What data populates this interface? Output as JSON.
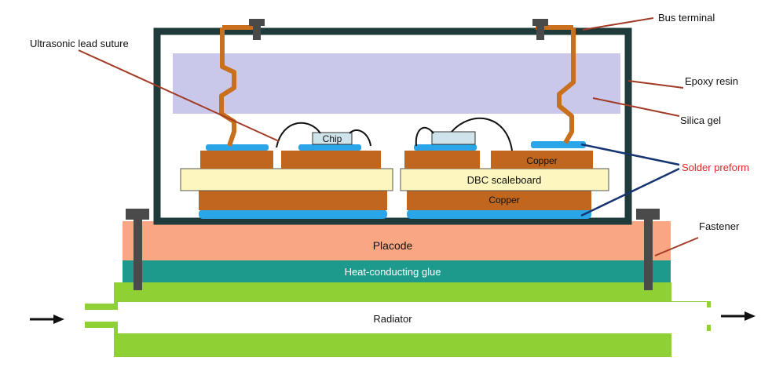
{
  "labels": {
    "chip": "Chip",
    "copper_top": "Copper",
    "dbc": "DBC scaleboard",
    "copper_bottom": "Copper",
    "placode": "Placode",
    "heat_glue": "Heat-conducting glue",
    "radiator": "Radiator"
  },
  "callouts": {
    "bus_terminal": "Bus terminal",
    "ultrasonic": "Ultrasonic lead suture",
    "epoxy": "Epoxy resin",
    "silica": "Silica gel",
    "solder": "Solder preform",
    "fastener": "Fastener"
  },
  "colors": {
    "frame": "#1e3a3a",
    "epoxy_fill": "#c9c8ea",
    "terminal": "#c8701e",
    "copper": "#c0661f",
    "dbc": "#fdf6be",
    "solder": "#2aa6e8",
    "chip": "#cfe3ea",
    "placode": "#f9a782",
    "glue": "#1e9a8c",
    "radiator": "#8fd034",
    "fastener": "#4a4a4a",
    "leader_red": "#a23b26",
    "leader_navy": "#163570",
    "solder_text": "#e2262a"
  }
}
